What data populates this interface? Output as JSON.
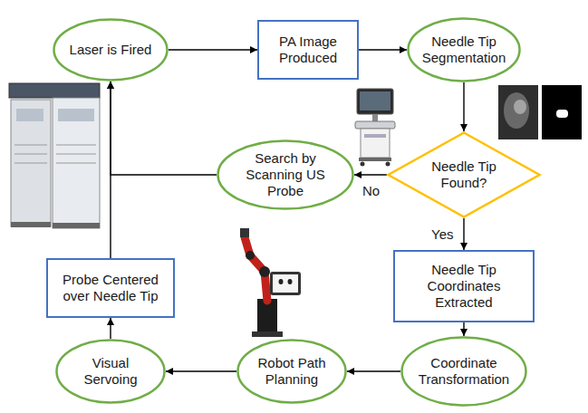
{
  "diagram": {
    "nodes": [
      {
        "text": [
          "Laser is Fired"
        ]
      },
      {
        "text": [
          "PA Image Produced"
        ]
      },
      {
        "text": [
          "Needle Tip Segmentation"
        ]
      },
      {
        "text": [
          "Needle Tip Found?"
        ]
      },
      {
        "text": [
          "Search by Scanning US Probe"
        ]
      },
      {
        "text": [
          "Probe Centered over Needle Tip"
        ]
      },
      {
        "text": [
          "Needle Tip Coordinates Extracted"
        ]
      },
      {
        "text": [
          "Visual Servoing"
        ]
      },
      {
        "text": [
          "Robot Path Planning"
        ]
      },
      {
        "text": [
          "Coordinate Transformation"
        ]
      }
    ],
    "edges": [
      {
        "from": 0,
        "to": 1,
        "arrow": "to"
      },
      {
        "from": 1,
        "to": 2,
        "arrow": "to"
      },
      {
        "from": 2,
        "to": 3,
        "arrow": "to"
      },
      {
        "from": 3,
        "to": 4,
        "label": "No",
        "arrow": "to"
      },
      {
        "from": 3,
        "to": 6,
        "label": "Yes",
        "arrow": "to"
      },
      {
        "from": 4,
        "to": 0,
        "arrow": "to"
      },
      {
        "from": 6,
        "to": 9,
        "arrow": "to"
      },
      {
        "from": 9,
        "to": 8,
        "arrow": "to"
      },
      {
        "from": 8,
        "to": 7,
        "arrow": "to"
      },
      {
        "from": 7,
        "to": 5,
        "arrow": "to"
      },
      {
        "from": 5,
        "to": 0,
        "arrow": "to"
      }
    ]
  }
}
